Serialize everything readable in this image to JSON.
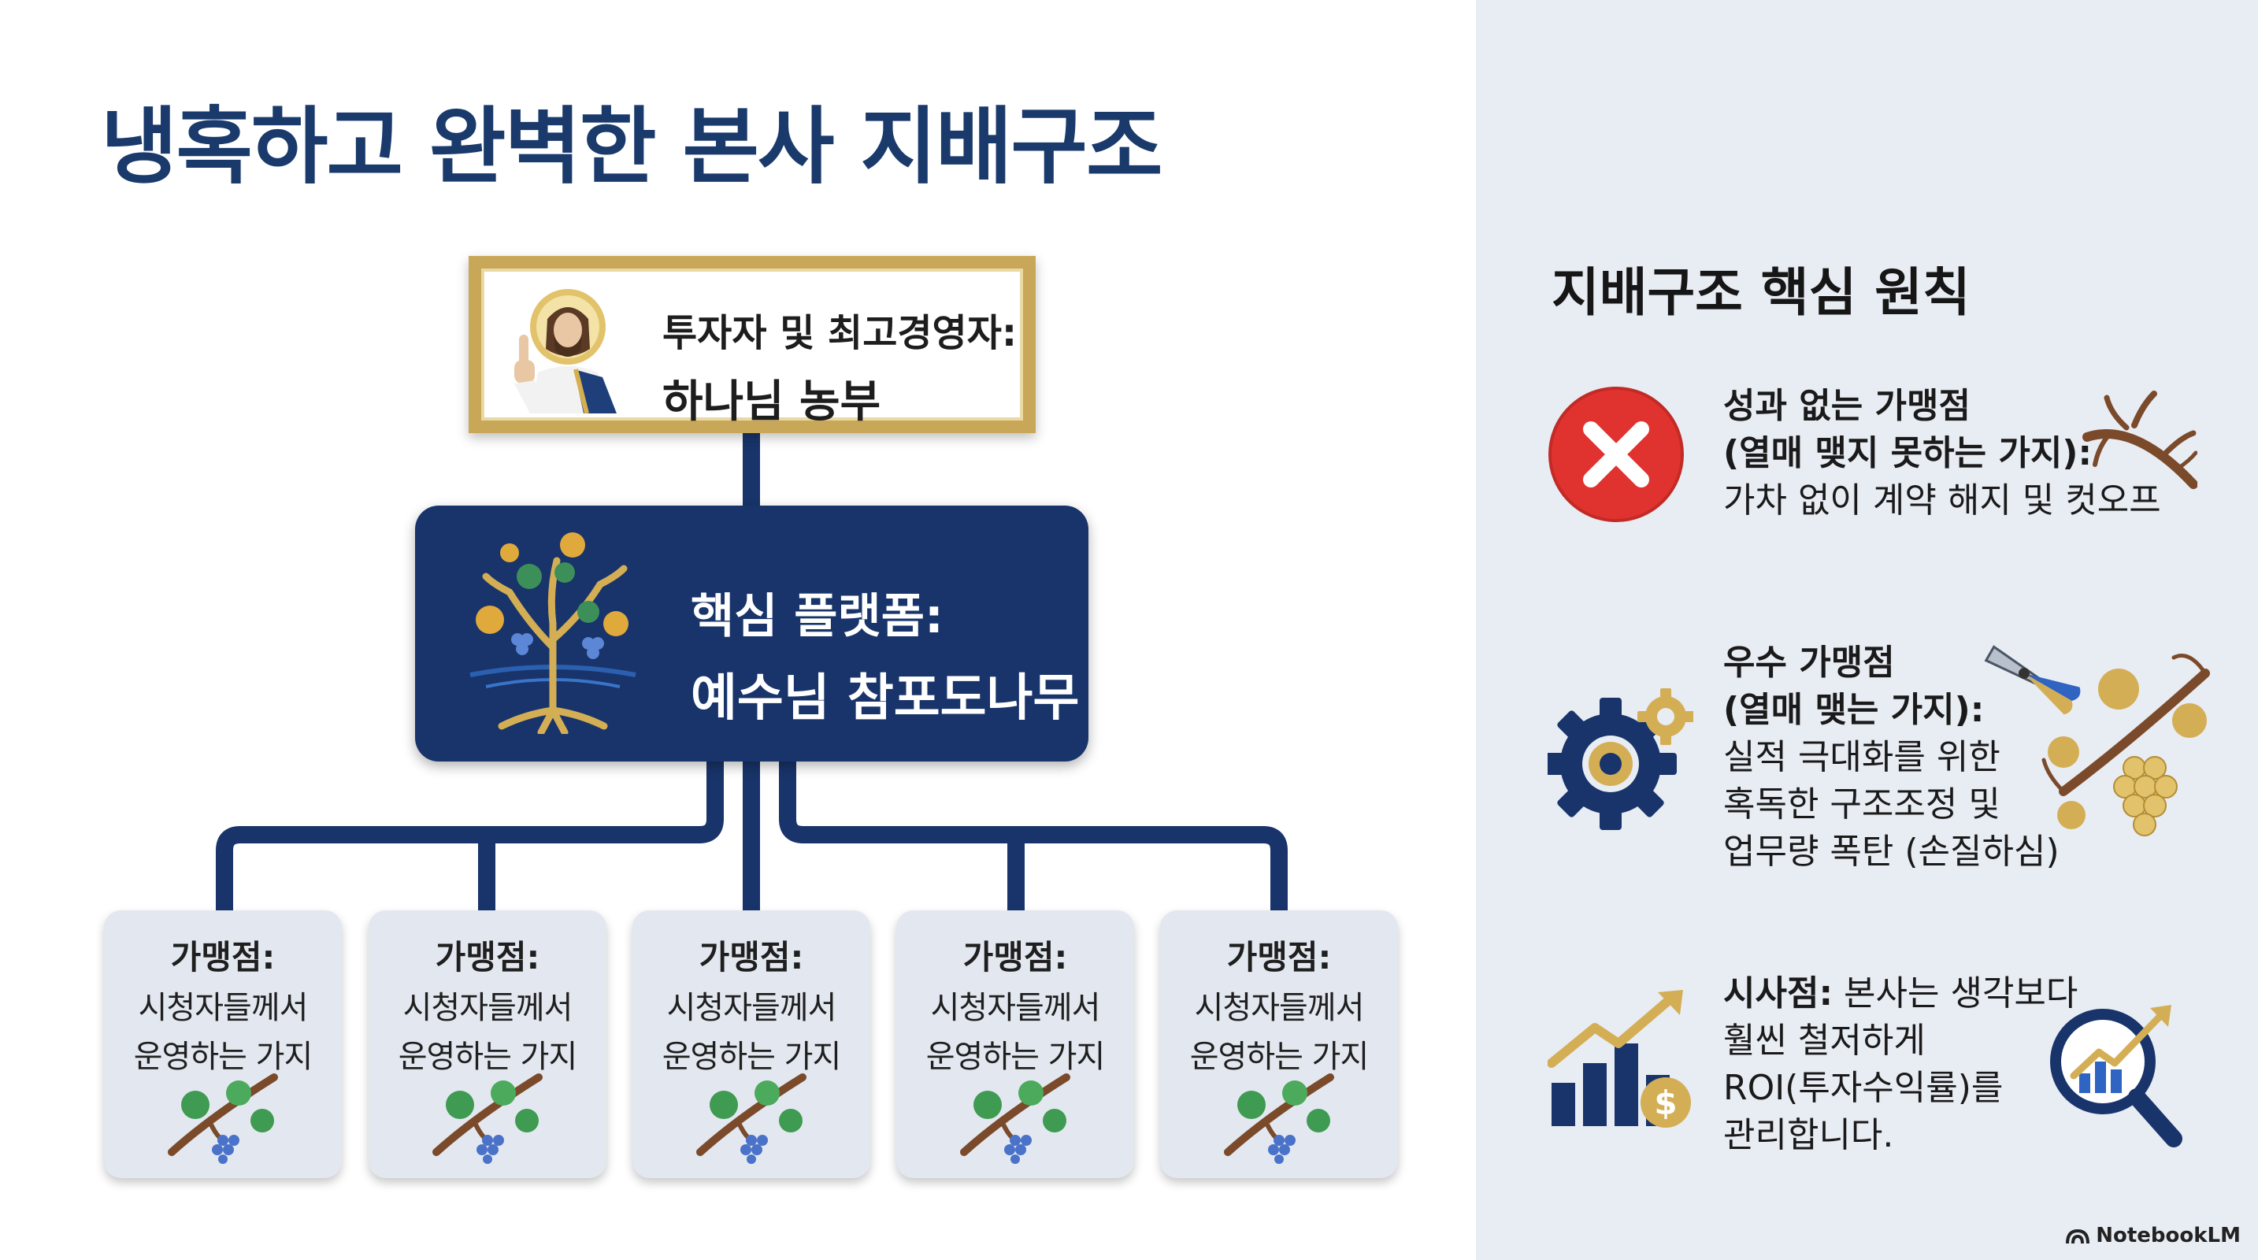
{
  "title": "냉혹하고 완벽한 본사 지배구조",
  "org_chart": {
    "top": {
      "role": "투자자 및 최고경영자:",
      "name": "하나님 농부",
      "icon": "jesus-figure-icon"
    },
    "platform": {
      "label": "핵심 플랫폼:",
      "name": "예수님 참포도나무",
      "icon": "vine-tree-icon"
    },
    "branches": [
      {
        "title": "가맹점:",
        "line1": "시청자들께서",
        "line2": "운영하는 가지"
      },
      {
        "title": "가맹점:",
        "line1": "시청자들께서",
        "line2": "운영하는 가지"
      },
      {
        "title": "가맹점:",
        "line1": "시청자들께서",
        "line2": "운영하는 가지"
      },
      {
        "title": "가맹점:",
        "line1": "시청자들께서",
        "line2": "운영하는 가지"
      },
      {
        "title": "가맹점:",
        "line1": "시청자들께서",
        "line2": "운영하는 가지"
      }
    ]
  },
  "principles": {
    "title": "지배구조 핵심 원칙",
    "items": [
      {
        "icon": "red-x-icon",
        "side_icon": "dead-branch-icon",
        "heading1": "성과 없는 가맹점",
        "heading2": "(열매 맺지 못하는 가지):",
        "body": [
          "가차 없이 계약 해지 및 컷오프"
        ]
      },
      {
        "icon": "gear-icon",
        "side_icon": "pruning-shears-grapes-icon",
        "heading1": "우수 가맹점",
        "heading2": "(열매 맺는 가지):",
        "body": [
          "실적 극대화를 위한",
          "혹독한 구조조정 및",
          "업무량 폭탄 (손질하심)"
        ]
      },
      {
        "icon": "growth-chart-dollar-icon",
        "side_icon": "magnifier-chart-icon",
        "heading_bold": "시사점:",
        "heading_rest": " 본사는 생각보다",
        "body": [
          "훨씬 철저하게",
          "ROI(투자수익률)를",
          "관리합니다."
        ]
      }
    ]
  },
  "footer": {
    "brand": "NotebookLM"
  },
  "colors": {
    "navy": "#18346a",
    "title_blue": "#1a3a6c",
    "gold": "#c9a758",
    "right_panel_bg": "#e8ecf3",
    "card_bg": "#e3e8f0",
    "error_red": "#e0332f"
  }
}
